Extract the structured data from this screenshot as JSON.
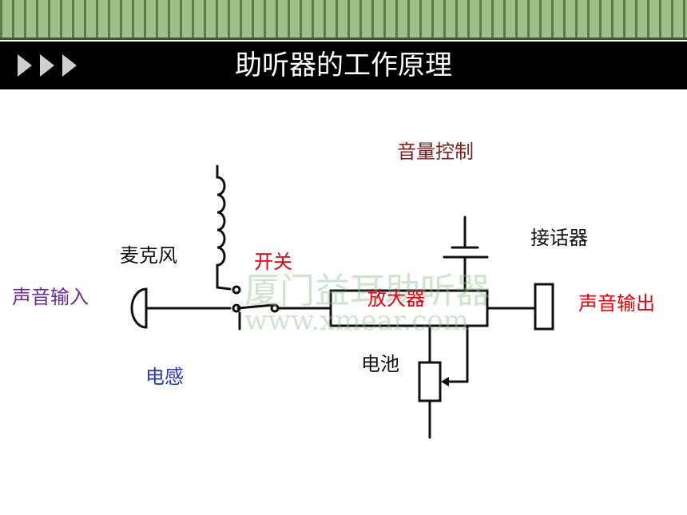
{
  "slide": {
    "title": "助听器的工作原理"
  },
  "labels": {
    "volume_control": "音量控制",
    "receiver": "接话器",
    "microphone": "麦克风",
    "switch": "开关",
    "sound_input": "声音输入",
    "amplifier": "放大器",
    "sound_output": "声音输出",
    "battery": "电池",
    "inductor": "电感"
  },
  "watermark": {
    "name": "厦门益耳助听器",
    "url": "www.xmear.com"
  },
  "colors": {
    "title_bar": "#000000",
    "stripe_dark": "#5b7b47",
    "stripe_light": "#9fbf8a",
    "red_label": "#e60012",
    "purple_label": "#6a2c8e",
    "blue_label": "#2b3aa8",
    "dark_red_label": "#7a2020",
    "wire": "#111111"
  }
}
